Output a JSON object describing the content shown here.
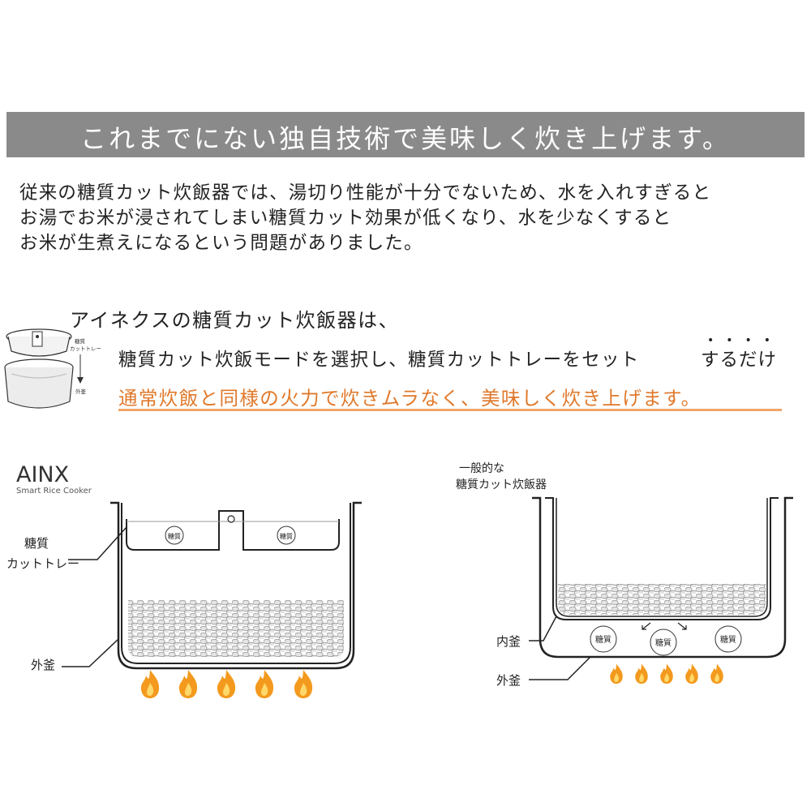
{
  "banner": {
    "title": "これまでにない独自技術で美味しく炊き上げます。"
  },
  "intro": {
    "lines": [
      "従来の糖質カット炊飯器では、湯切り性能が十分でないため、水を入れすぎると",
      "お湯でお米が浸されてしまい糖質カット効果が低くなり、水を少なくすると",
      "お米が生煮えになるという問題がありました。"
    ]
  },
  "feature": {
    "lead": "アイネクスの糖質カット炊飯器は、",
    "step_text": "糖質カット炊飯モードを選択し、糖質カットトレーをセット",
    "step_emphasis": "するだけ",
    "emphasis_dots": "••••",
    "highlight": "通常炊飯と同様の火力で炊きムラなく、美味しく炊き上げます。"
  },
  "mini_illustration": {
    "tray_label_1": "糖質",
    "tray_label_2": "カットトレー",
    "pot_label": "外釜"
  },
  "left_diagram": {
    "brand": "AINX",
    "brand_sub": "Smart Rice Cooker",
    "tray_label_line1": "糖質",
    "tray_label_line2": "カットトレー",
    "outer_pot_label": "外釜",
    "sugar_badge": "糖質",
    "flame_count": 5
  },
  "right_diagram": {
    "title_line1": "一般的な",
    "title_line2": "糖質カット炊飯器",
    "inner_pot_label": "内釜",
    "outer_pot_label": "外釜",
    "sugar_badge": "糖質",
    "flame_count": 5
  },
  "colors": {
    "banner": "#8a8a8a",
    "highlight": "#e0782a",
    "underline": "#f0a46a",
    "flame": "#f39a1e"
  },
  "icons": {
    "flame": "flame-icon",
    "arrow": "arrow-icon"
  }
}
